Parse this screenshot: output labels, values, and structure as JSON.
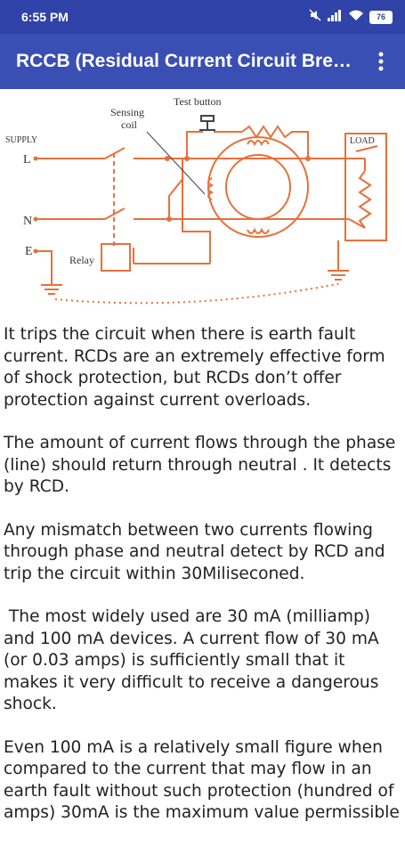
{
  "status_bar": {
    "time": "6:55 PM",
    "battery": "76",
    "icons": [
      "mute-icon",
      "signal-icon",
      "wifi-icon",
      "battery-icon"
    ]
  },
  "app_bar": {
    "title": "RCCB (Residual Current Circuit Breaker)",
    "menu_icon": "more-vert-icon"
  },
  "diagram": {
    "labels": {
      "test_button": "Test button",
      "sensing_coil_line1": "Sensing",
      "sensing_coil_line2": "coil",
      "supply": "SUPPLY",
      "l": "L",
      "n": "N",
      "e": "E",
      "relay": "Relay",
      "load": "LOAD"
    },
    "colors": {
      "wire": "#e8703a",
      "ink": "#444444"
    }
  },
  "article": {
    "paragraphs": [
      "It trips the circuit when there is earth fault current. RCDs are an extremely effective form of shock protection, but RCDs don’t offer protection against current overloads.",
      "The amount of current flows through the phase (line) should return through neutral . It detects by RCD.",
      "Any mismatch between two currents flowing through phase and neutral detect by RCD and trip the circuit within 30Miliseconed.",
      " The most widely used are 30 mA (milliamp) and 100 mA devices. A current flow of 30 mA (or 0.03 amps) is sufficiently small that it makes it very difficult to receive a dangerous shock.",
      "Even 100 mA is a relatively small figure when compared to the current that may flow in an earth fault without such protection (hundred of amps) 30mA is the maximum value permissible"
    ]
  }
}
